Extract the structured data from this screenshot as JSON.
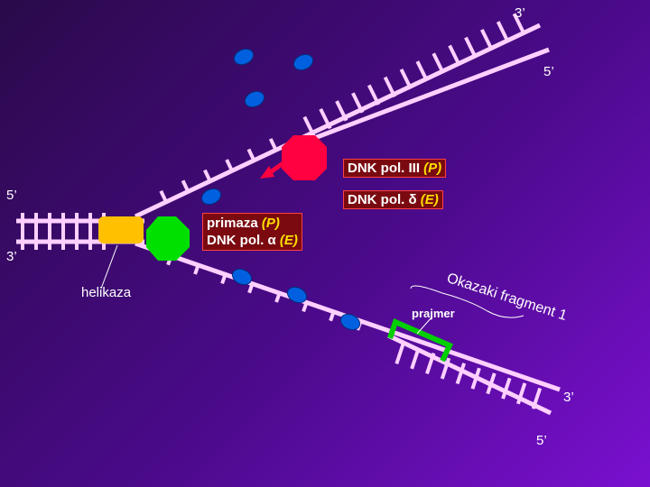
{
  "ends": {
    "top_3": "3’",
    "top_5": "5’",
    "left_5": "5’",
    "left_3": "3’",
    "bottom_3": "3’",
    "bottom_5": "5’"
  },
  "labels": {
    "pol3_main": "DNK pol. III ",
    "pol3_role": "(P)",
    "pold_main": "DNK pol. δ ",
    "pold_role": "(E)",
    "primaza_main": "primaza ",
    "primaza_role": "(P)",
    "pola_main": "DNK pol. α ",
    "pola_role": "(E)",
    "helikaza": "helikaza",
    "okazaki": "Okazaki fragment 1",
    "prajmer": "prajmer"
  },
  "colors": {
    "dna": "#ffd0ff",
    "enzyme_red": "#ff0040",
    "helicase": "#ffc000",
    "primase": "#00e000",
    "protein": "#0060e0",
    "primer": "#00d000"
  }
}
